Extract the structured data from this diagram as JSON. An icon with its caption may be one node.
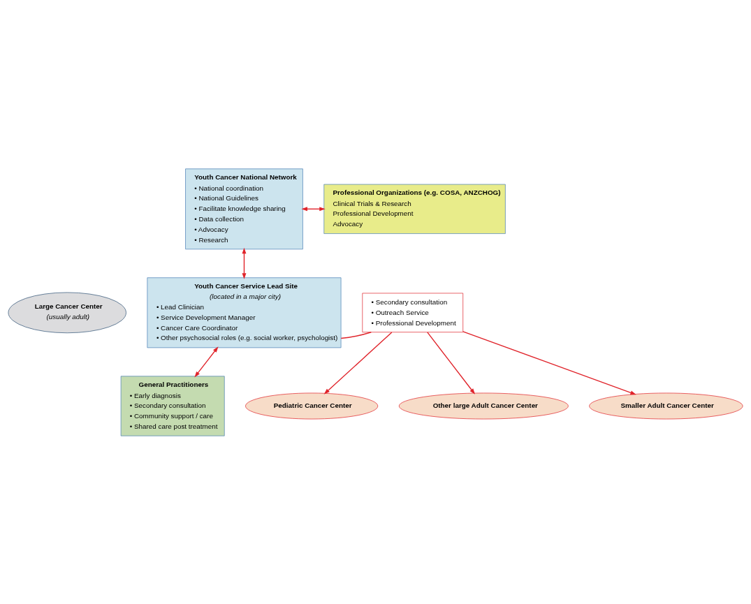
{
  "diagram": {
    "nodes": [
      {
        "text": [
          "Youth Cancer National Network",
          "• National coordination",
          "• National Guidelines",
          "• Facilitate knowledge sharing",
          "• Data collection",
          "• Advocacy",
          "• Research"
        ]
      },
      {
        "text": [
          "Professional Organizations (e.g. COSA, ANZCHOG)",
          "Clinical Trials & Research",
          "Professional Development",
          "Advocacy"
        ]
      },
      {
        "text": [
          "Large Cancer Center",
          "(usually adult)"
        ]
      },
      {
        "text": [
          "Youth Cancer Service Lead Site",
          "(located in a major city)",
          "• Lead Clinician",
          "• Service Development Manager",
          "• Cancer Care Coordinator",
          "• Other psychosocial roles (e.g. social worker, psychologist)"
        ]
      },
      {
        "text": [
          "• Secondary consultation",
          "• Outreach Service",
          "• Professional Development"
        ]
      },
      {
        "text": [
          "Pediatric Cancer Center"
        ]
      },
      {
        "text": [
          "Other large Adult Cancer Center"
        ]
      },
      {
        "text": [
          "Smaller Adult Cancer Center"
        ]
      },
      {
        "text": [
          "General Practitioners",
          "• Early diagnosis",
          "• Secondary consultation",
          "• Community support / care",
          "• Shared care post treatment"
        ]
      }
    ],
    "edges": [
      {
        "from": 0,
        "to": 1,
        "arrow": "both"
      },
      {
        "from": 0,
        "to": 3,
        "arrow": "both"
      },
      {
        "from": 4,
        "to": 3,
        "arrow": "none"
      },
      {
        "from": 4,
        "to": 5,
        "arrow": "to"
      },
      {
        "from": 4,
        "to": 6,
        "arrow": "to"
      },
      {
        "from": 4,
        "to": 7,
        "arrow": "to"
      },
      {
        "from": 3,
        "to": 8,
        "arrow": "both"
      }
    ]
  }
}
